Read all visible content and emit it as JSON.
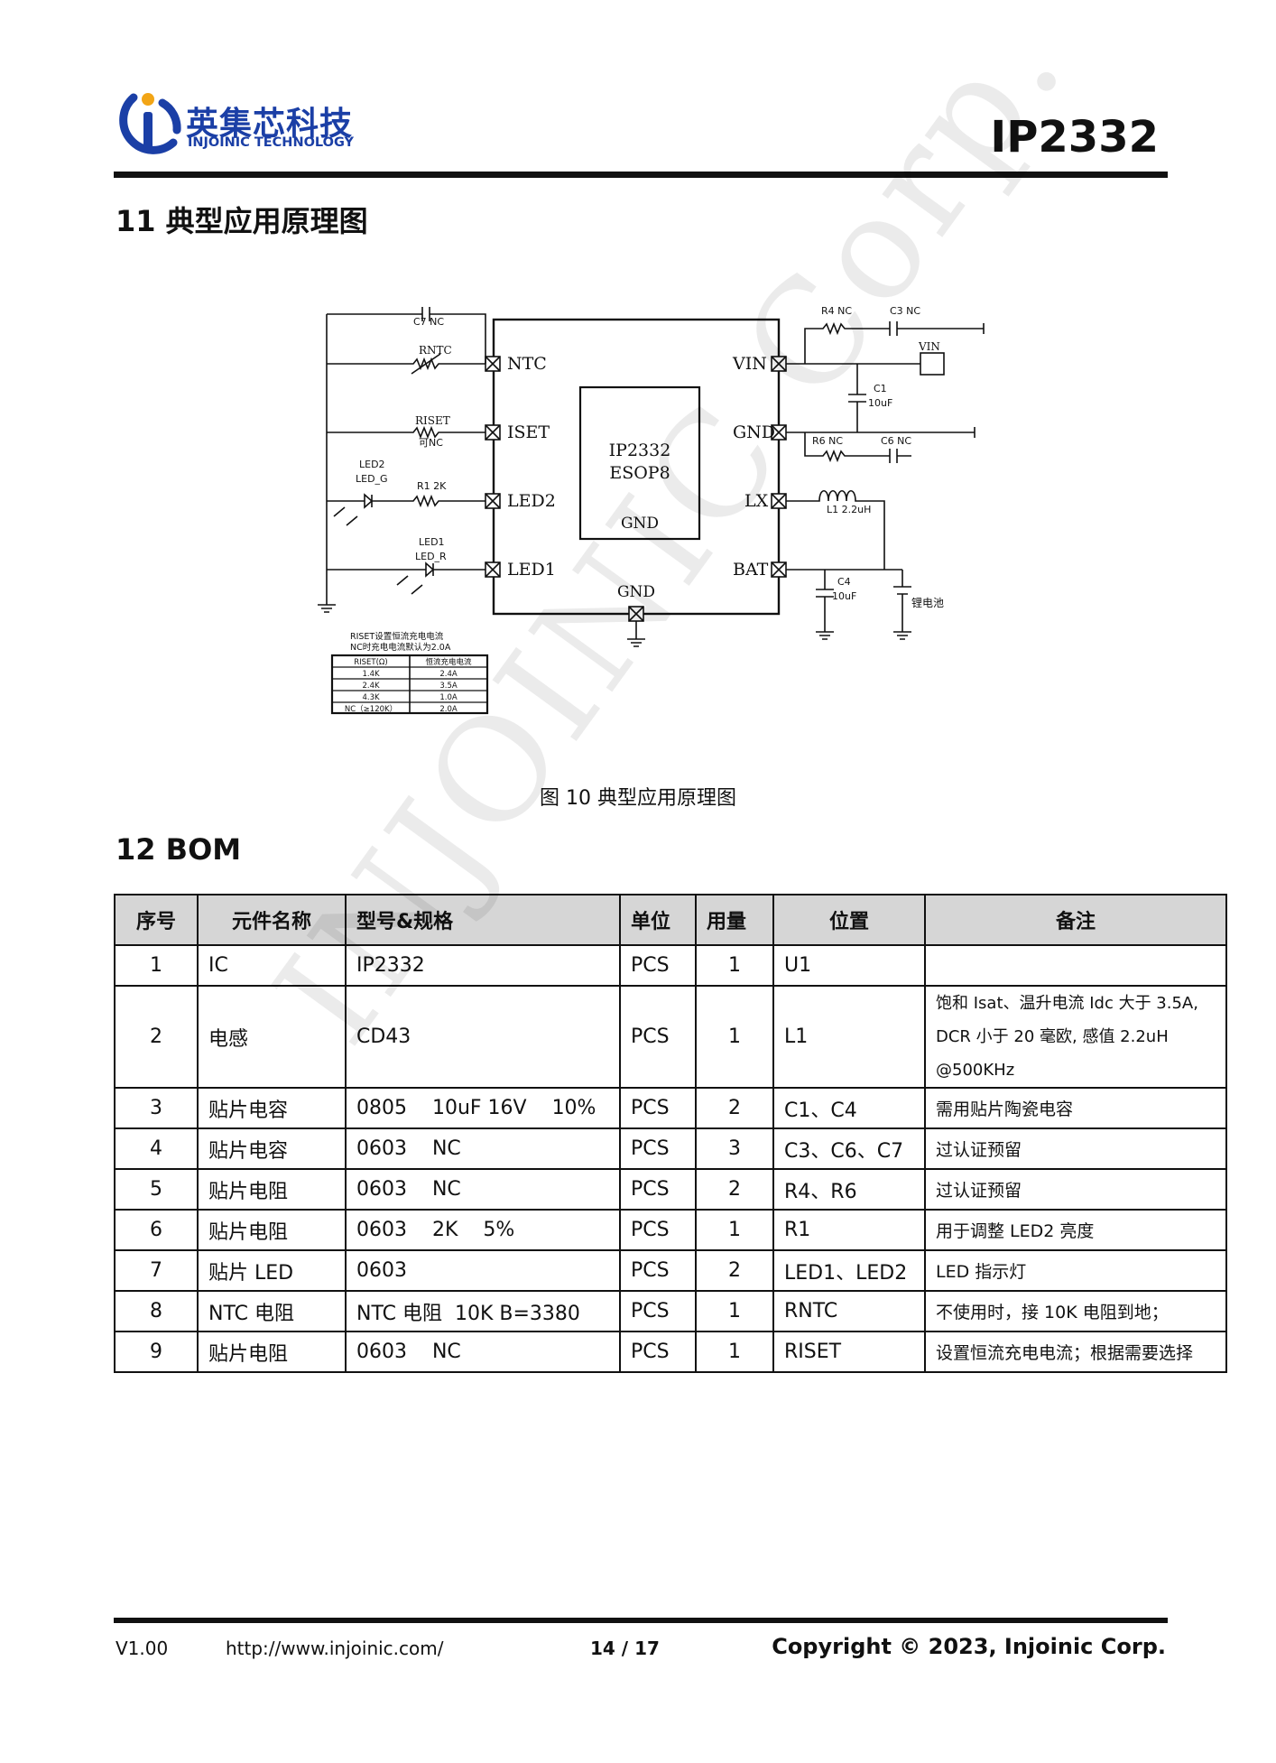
{
  "header": {
    "logo_cn": "英集芯科技",
    "logo_en": "INJOINIC TECHNOLOGY",
    "doc_title": "IP2332"
  },
  "section11": {
    "title": "11 典型应用原理图"
  },
  "schematic": {
    "pins_left": [
      "NTC",
      "ISET",
      "LED2",
      "LED1"
    ],
    "pins_right": [
      "VIN",
      "GND",
      "LX",
      "BAT"
    ],
    "chip_name": "IP2332",
    "chip_package": "ESOP8",
    "chip_gnd": "GND",
    "bottom_pin": "GND",
    "labels": {
      "c7": "C7 NC",
      "rntc": "RNTC",
      "riset": "RISET",
      "riset_nc": "可NC",
      "led2": "LED2",
      "led2_g": "LED_G",
      "r1": "R1 2K",
      "led1": "LED1",
      "led1_r": "LED_R",
      "r4": "R4 NC",
      "c3": "C3 NC",
      "vin": "VIN",
      "c1": "C1",
      "c1_val": "10uF",
      "r6": "R6 NC",
      "c6": "C6 NC",
      "l1": "L1 2.2uH",
      "c4": "C4",
      "c4_val": "10uF",
      "battery": "锂电池"
    },
    "riset_note": [
      "RISET设置恒流充电电流",
      "NC时充电电流默认为2.0A"
    ],
    "riset_table": {
      "headers": [
        "RISET(Ω)",
        "恒流充电电流"
      ],
      "rows": [
        [
          "1.4K",
          "2.4A"
        ],
        [
          "2.4K",
          "3.5A"
        ],
        [
          "4.3K",
          "1.0A"
        ],
        [
          "NC（≥120K）",
          "2.0A"
        ]
      ]
    }
  },
  "figure_caption": "图 10   典型应用原理图",
  "section12": {
    "title": "12 BOM"
  },
  "bom": {
    "headers": [
      "序号",
      "元件名称",
      "型号&规格",
      "单位",
      "用量",
      "位置",
      "备注"
    ],
    "rows": [
      [
        "1",
        "IC",
        "IP2332",
        "PCS",
        "1",
        "U1",
        ""
      ],
      [
        "2",
        "电感",
        "CD43",
        "PCS",
        "1",
        "L1",
        "饱和 Isat、温升电流 Idc 大于 3.5A, DCR 小于 20 毫欧, 感值 2.2uH @500KHz"
      ],
      [
        "3",
        "贴片电容",
        "0805    10uF 16V    10%",
        "PCS",
        "2",
        "C1、C4",
        "需用贴片陶瓷电容"
      ],
      [
        "4",
        "贴片电容",
        "0603    NC",
        "PCS",
        "3",
        "C3、C6、C7",
        "过认证预留"
      ],
      [
        "5",
        "贴片电阻",
        "0603    NC",
        "PCS",
        "2",
        "R4、R6",
        "过认证预留"
      ],
      [
        "6",
        "贴片电阻",
        "0603    2K    5%",
        "PCS",
        "1",
        "R1",
        "用于调整 LED2 亮度"
      ],
      [
        "7",
        "贴片 LED",
        "0603",
        "PCS",
        "2",
        "LED1、LED2",
        "LED 指示灯"
      ],
      [
        "8",
        "NTC 电阻",
        "NTC 电阻  10K B=3380",
        "PCS",
        "1",
        "RNTC",
        "不使用时，接 10K 电阻到地；"
      ],
      [
        "9",
        "贴片电阻",
        "0603    NC",
        "PCS",
        "1",
        "RISET",
        "设置恒流充电电流；根据需要选择"
      ]
    ]
  },
  "watermark": "INJOINIC Corp.",
  "footer": {
    "version": "V1.00",
    "url": "http://www.injoinic.com/",
    "page": "14 / 17",
    "copyright": "Copyright © 2023, Injoinic Corp."
  },
  "colors": {
    "brand": "#1b3fa6",
    "text": "#111111",
    "table_header": "#d6d6d6",
    "logo_accent": "#f2a516"
  }
}
